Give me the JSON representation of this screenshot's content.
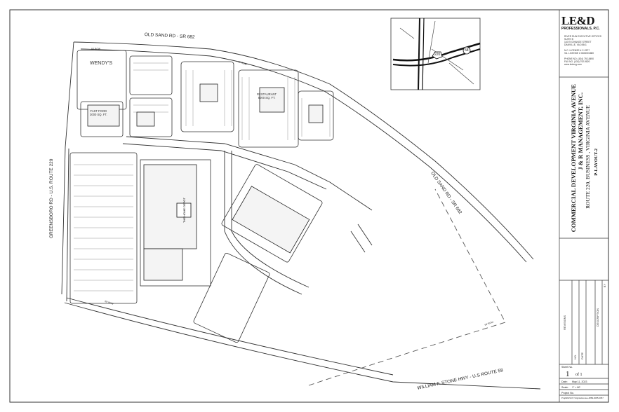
{
  "firm": {
    "logo": "LE&D",
    "name": "PROFESSIONALS, P.C.",
    "address_lines": [
      "RIVER RUN EXECUTIVE OFFICES",
      "SUITE B",
      "110 EXCHANGE STREET",
      "DANVILLE, VA 24541",
      "",
      "N.C. LICENSE # C-2577",
      "VA. LICENSE # 0406001680",
      "",
      "PHONE NO. (434) 792-8490",
      "FAX NO. (434) 792-9820",
      "www.ledeng.com"
    ]
  },
  "project": {
    "title": "COMMERCIAL DEVELOPMENT VIRGINIA AVENUE",
    "client": "J & R MANAGEMENT, INC.",
    "location": "ROUTE 220, BUSINESS , VIRGINIA AVENUE",
    "sheet_title": "P-LAYOUT-2"
  },
  "revisions": {
    "header": "REVISIONS",
    "col_no": "NO.",
    "col_date": "DATE",
    "col_desc": "DESCRIPTION",
    "col_by": "BY"
  },
  "sheet_info": {
    "sheet_no_label": "Sheet No.",
    "sheet_no": "1",
    "of": "of 1",
    "date_label": "Date:",
    "date": "May 11, 2023",
    "scale_label": "Scale:",
    "scale": "1\" = 80'",
    "project_no_label": "Project No.",
    "project_no": "Proj#2023-07-VirginiaAvenue-4889-0085-6057"
  },
  "roads": {
    "old_sand_top": "OLD SAND RD - SR 682",
    "old_sand_right": "OLD SAND RD - SR 682",
    "greensboro": "GREENSBORO RD - U.S. ROUTE 220",
    "stone_hwy": "WILLIAM F. STONE HWY - U.S ROUTE 58",
    "row_1": "60' ROW",
    "row_2": "60' ROW",
    "row_3": "60' ROW",
    "row_4": "60' ROW"
  },
  "buildings": {
    "wendys": "WENDY'S",
    "fast_food": "FAST FOOD\n3000 SQ. FT.",
    "restaurant": "RESTAURANT\n8000 SQ. FT.",
    "home_depot_logo": "THE HOME DEPOT"
  },
  "vicinity": {
    "route_220": "220",
    "route_58": "58"
  }
}
